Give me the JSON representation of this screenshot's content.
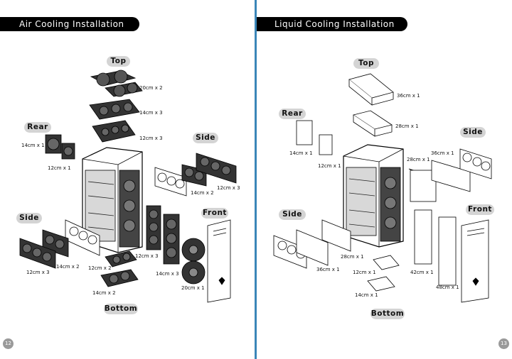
{
  "left": {
    "title": "Air Cooling Installation",
    "page_number": "12",
    "tags": {
      "top": "Top",
      "rear": "Rear",
      "side_right": "Side",
      "front": "Front",
      "side_left": "Side",
      "bottom": "Bottom"
    },
    "labels": {
      "top_20": "20cm x 2",
      "top_14": "14cm x 3",
      "top_12": "12cm x 3",
      "rear_14": "14cm x 1",
      "rear_12": "12cm x 1",
      "side_r_14": "14cm x 2",
      "side_r_12": "12cm x 3",
      "side_l_12": "12cm x 3",
      "side_l_14": "14cm x 2",
      "bot_12": "12cm x 2",
      "bot_14": "14cm x 2",
      "mid_12": "12cm x 3",
      "mid_14": "14cm x 3",
      "front_20": "20cm x 1"
    }
  },
  "right": {
    "title": "Liquid Cooling Installation",
    "page_number": "13",
    "tags": {
      "top": "Top",
      "rear": "Rear",
      "side_right": "Side",
      "front": "Front",
      "side_left": "Side",
      "bottom": "Bottom"
    },
    "labels": {
      "top_36": "36cm x 1",
      "top_28": "28cm x 1",
      "rear_14": "14cm x 1",
      "rear_12": "12cm x 1",
      "side_r_28": "28cm x 1",
      "side_r_36": "36cm x 1",
      "side_l_36": "36cm x 1",
      "side_l_28": "28cm x 1",
      "bot_12": "12cm x 1",
      "bot_14": "14cm x 1",
      "front_42": "42cm x 1",
      "front_48": "48cm x 1"
    }
  }
}
